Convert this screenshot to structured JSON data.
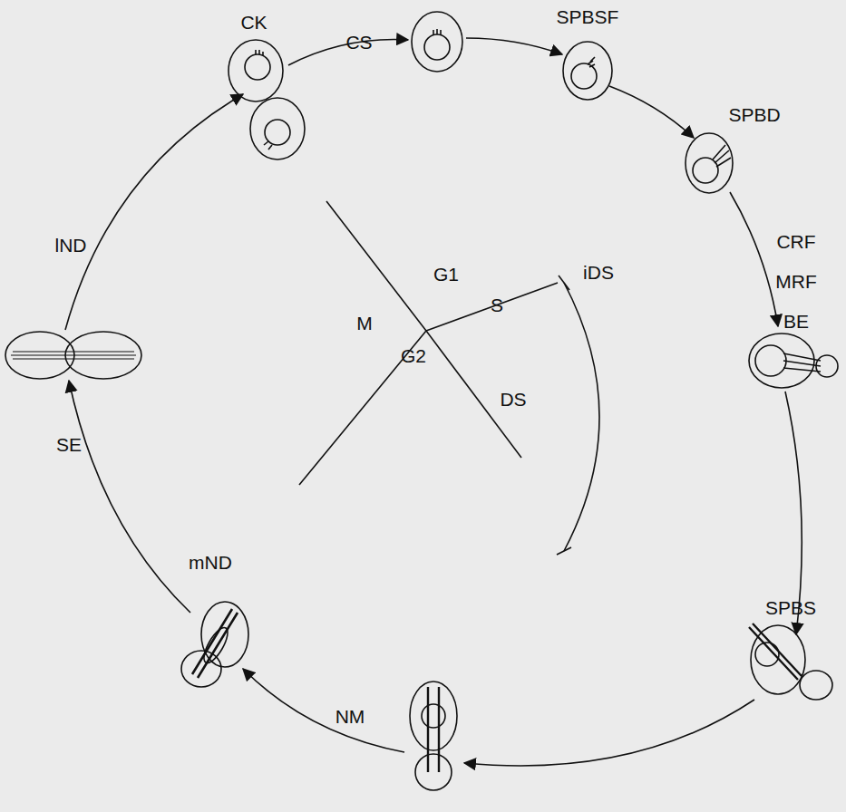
{
  "diagram": {
    "labels": [
      "CK",
      "CS",
      "SPBSF",
      "SPBD",
      "CRF",
      "MRF",
      "BE",
      "SPBS",
      "NM",
      "mND",
      "SE",
      "lND",
      "G1",
      "M",
      "S",
      "G2",
      "iDS",
      "DS"
    ]
  }
}
